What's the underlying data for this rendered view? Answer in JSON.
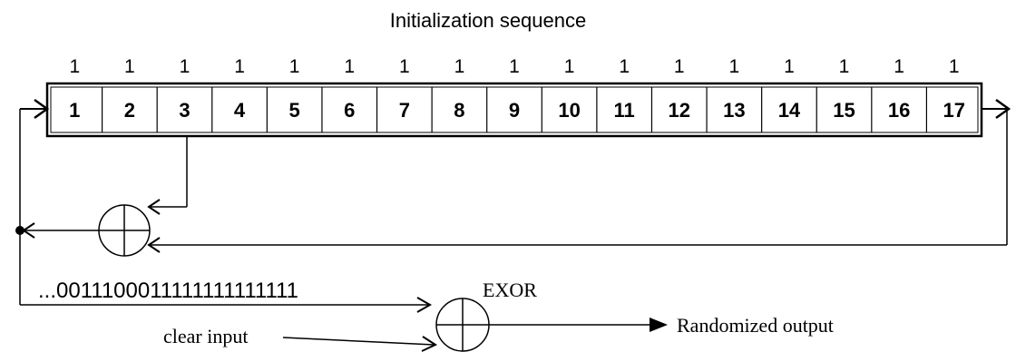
{
  "title": "Initialization sequence",
  "register": {
    "cells": [
      "1",
      "2",
      "3",
      "4",
      "5",
      "6",
      "7",
      "8",
      "9",
      "10",
      "11",
      "12",
      "13",
      "14",
      "15",
      "16",
      "17"
    ],
    "init_values": [
      "1",
      "1",
      "1",
      "1",
      "1",
      "1",
      "1",
      "1",
      "1",
      "1",
      "1",
      "1",
      "1",
      "1",
      "1",
      "1",
      "1"
    ]
  },
  "sequence_text": "...0011100011111111111111",
  "exor_label": "EXOR",
  "clear_input_label": "clear input",
  "output_label": "Randomized output",
  "colors": {
    "line": "#000000",
    "background": "#ffffff"
  }
}
